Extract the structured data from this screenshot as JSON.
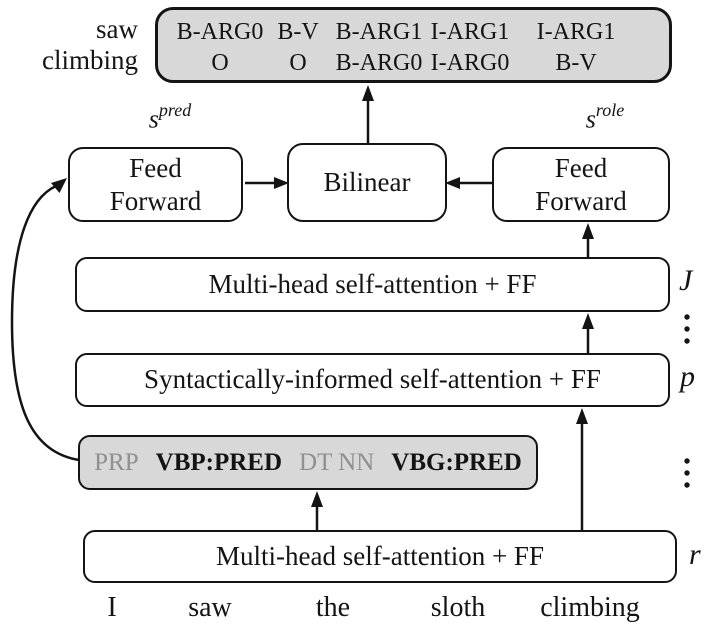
{
  "figure": {
    "output_words": {
      "row1": "saw",
      "row2": "climbing"
    },
    "srl_columns": [
      {
        "saw": "B-ARG0",
        "climbing": "O"
      },
      {
        "saw": "B-V",
        "climbing": "O"
      },
      {
        "saw": "B-ARG1",
        "climbing": "B-ARG0"
      },
      {
        "saw": "I-ARG1",
        "climbing": "I-ARG0"
      },
      {
        "saw": "I-ARG1",
        "climbing": "B-V"
      }
    ],
    "scores": {
      "pred": {
        "base": "s",
        "sup": "pred"
      },
      "role": {
        "base": "s",
        "sup": "role"
      }
    },
    "layers": {
      "ff_pred": {
        "line1": "Feed",
        "line2": "Forward"
      },
      "bilinear": {
        "label": "Bilinear"
      },
      "ff_role": {
        "line1": "Feed",
        "line2": "Forward"
      },
      "mh_top": {
        "label": "Multi-head self-attention + FF",
        "depth": "J"
      },
      "syntactic": {
        "label": "Syntactically-informed self-attention + FF",
        "depth": "p"
      },
      "pos": {
        "seg1": "PRP",
        "seg2": "VBP:PRED",
        "seg3": "DT NN",
        "seg4": "VBG:PRED"
      },
      "mh_bottom": {
        "label": "Multi-head self-attention + FF",
        "depth": "r"
      }
    },
    "tokens": [
      "I",
      "saw",
      "the",
      "sloth",
      "climbing"
    ],
    "colors": {
      "box_gray_fill": "#d8d8d8",
      "line_black": "#141414",
      "muted_pos_text": "#8f8f8f"
    }
  }
}
